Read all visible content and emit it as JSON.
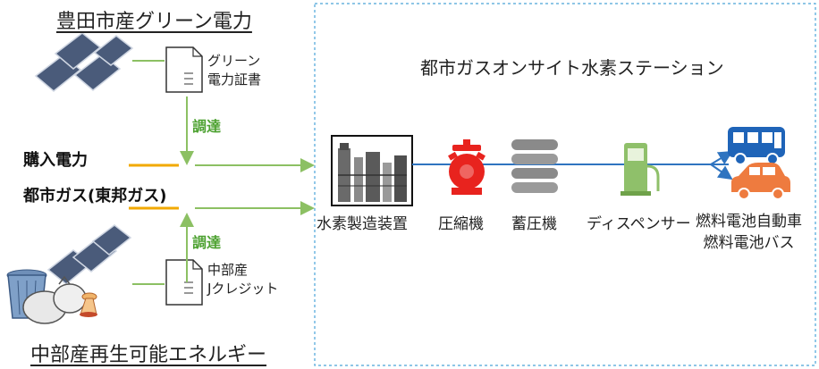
{
  "left": {
    "green_title": "豊田市産グリーン電力",
    "renewable_title": "中部産再生可能エネルギー",
    "cert_top": [
      "グリーン",
      "電力証書"
    ],
    "cert_bottom": [
      "中部産",
      "Jクレジット"
    ],
    "procure_top": "調達",
    "procure_bottom": "調達",
    "purchased_power": "購入電力",
    "city_gas": "都市ガス(東邦ガス)"
  },
  "station": {
    "title": "都市ガスオンサイト水素ステーション",
    "equipment": [
      {
        "label": "水素製造装置",
        "icon": "hydrogen-production-unit-icon"
      },
      {
        "label": "圧縮機",
        "icon": "compressor-icon"
      },
      {
        "label": "蓄圧機",
        "icon": "accumulator-icon"
      },
      {
        "label": "ディスペンサー",
        "icon": "dispenser-icon"
      }
    ],
    "vehicles": [
      "燃料電池自動車",
      "燃料電池バス"
    ]
  },
  "colors": {
    "green_line": "#8cc063",
    "orange_line": "#f2a900",
    "pipe_blue": "#2f74c0",
    "compressor_red": "#e8231e",
    "bus_blue": "#1f64b8",
    "car_orange": "#ee7b3f",
    "dashed_border": "#4aa3d8"
  }
}
